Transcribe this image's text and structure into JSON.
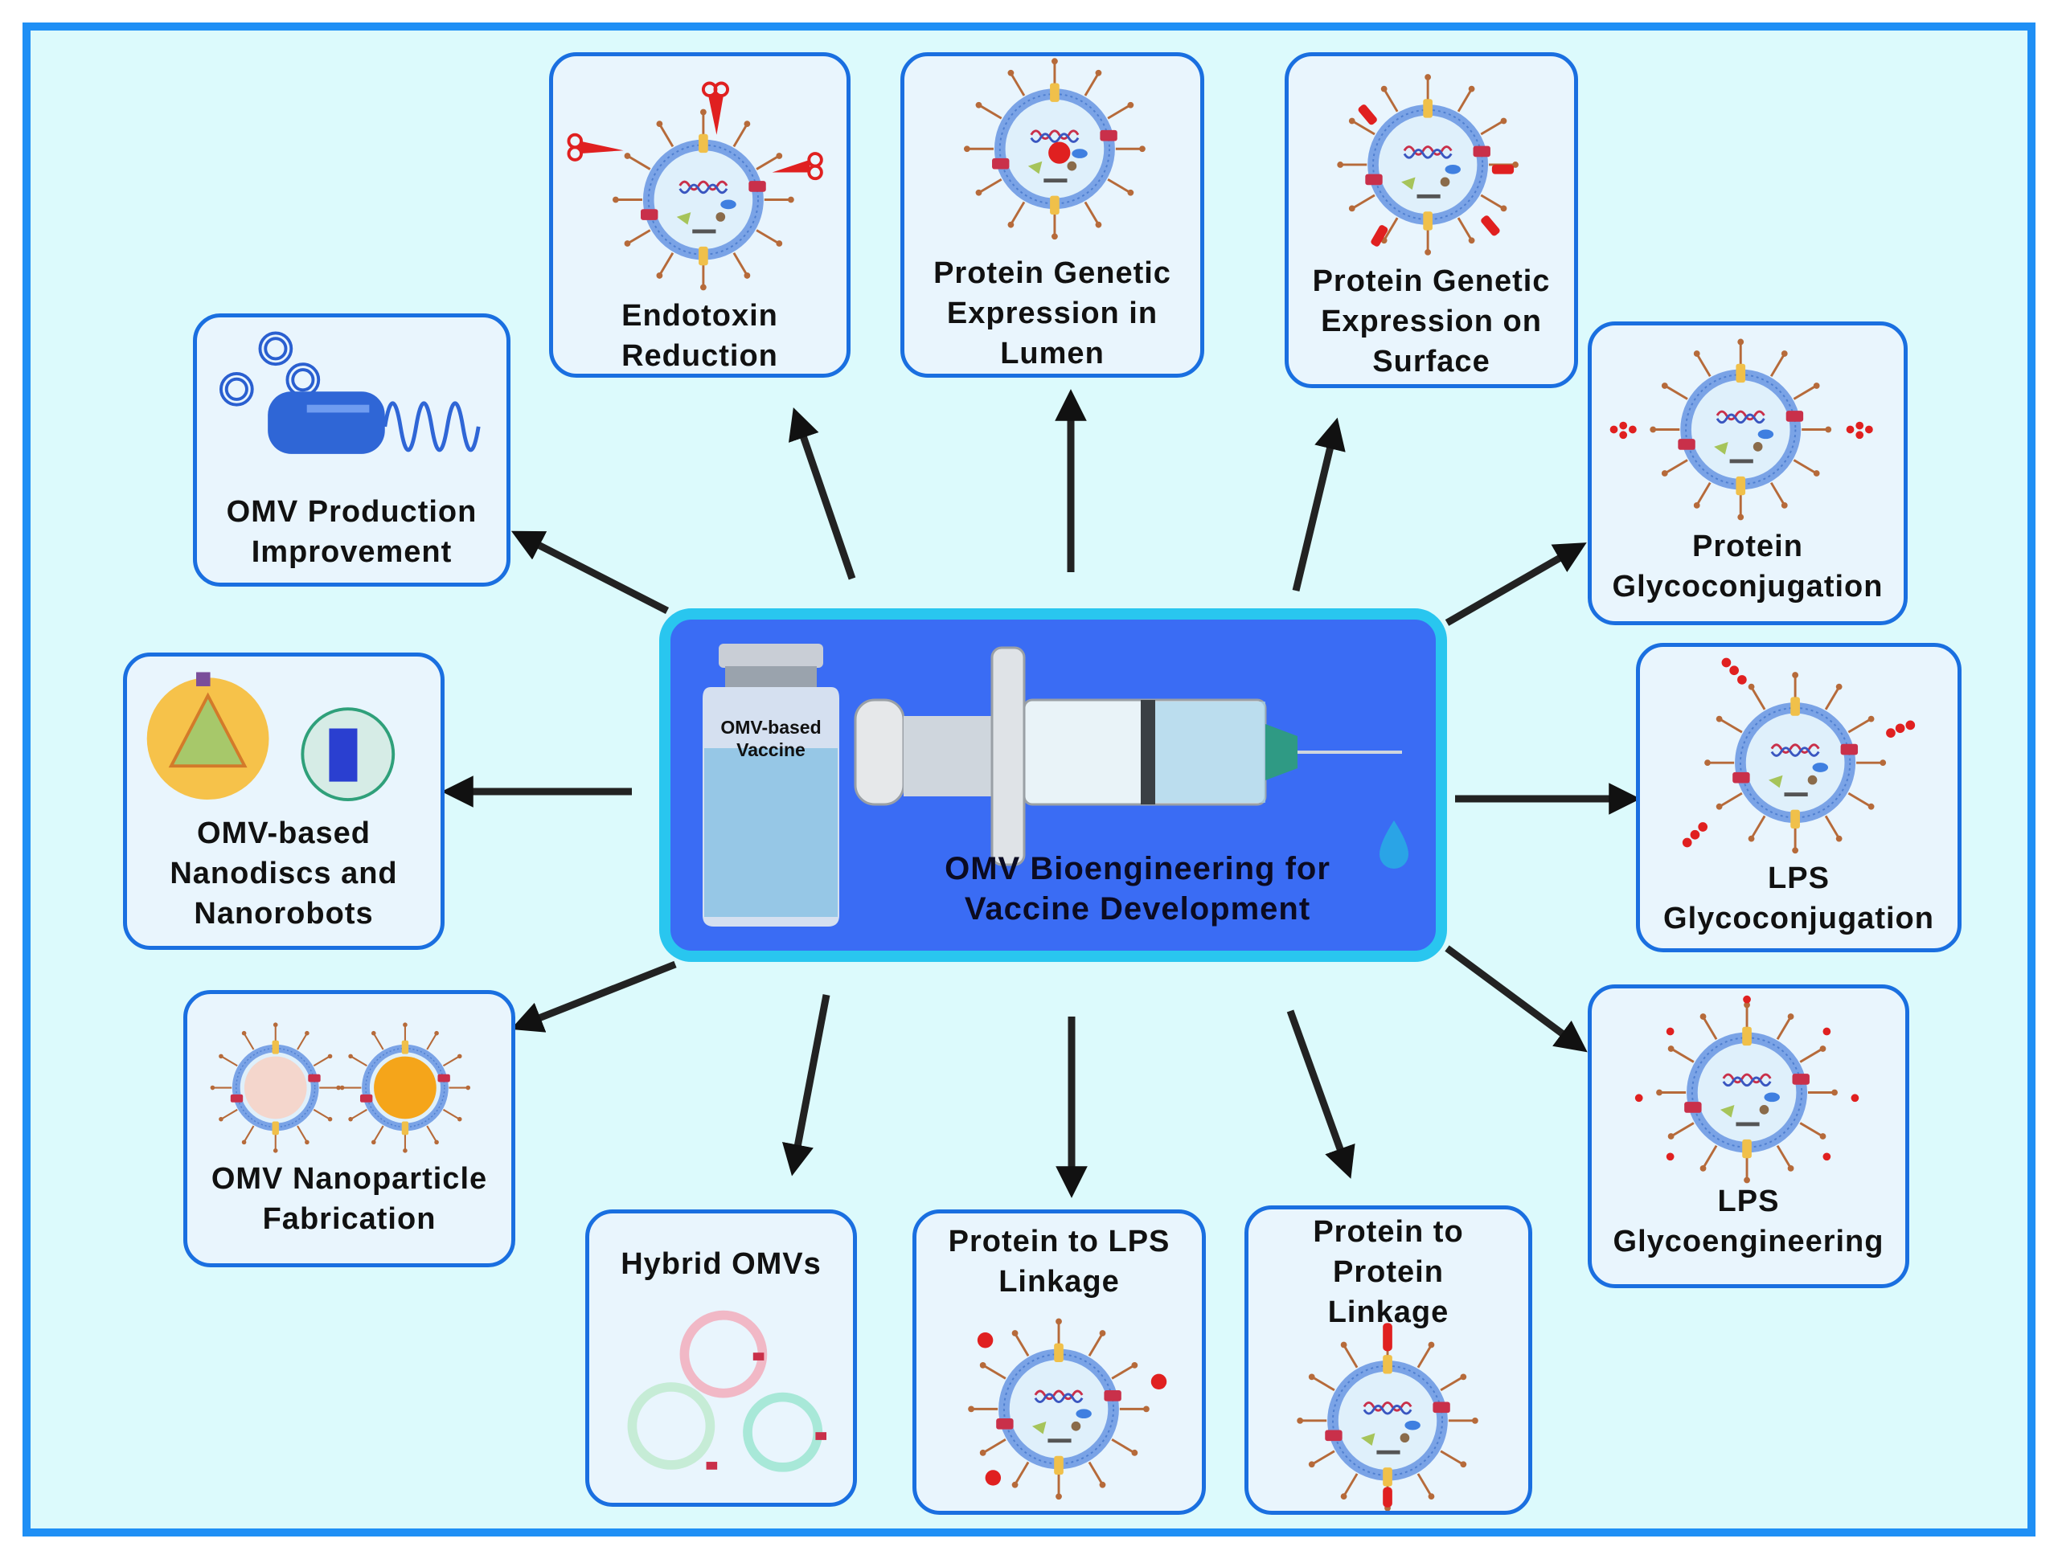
{
  "center": {
    "title": "OMV Bioengineering for\nVaccine Development",
    "vial_label": "OMV-based\nVaccine"
  },
  "cards": {
    "production": "OMV Production\nImprovement",
    "endotoxin": "Endotoxin\nReduction",
    "lumen": "Protein Genetic\nExpression in\nLumen",
    "surface": "Protein Genetic\nExpression on\nSurface",
    "protein_glyco": "Protein\nGlycoconjugation",
    "lps_glyco": "LPS\nGlycoconjugation",
    "lps_engineering": "LPS\nGlycoengineering",
    "protein_protein": "Protein to\nProtein\nLinkage",
    "protein_lps": "Protein to LPS\nLinkage",
    "hybrid": "Hybrid OMVs",
    "nanoparticle": "OMV Nanoparticle\nFabrication",
    "nanodiscs": "OMV-based\nNanodiscs and\nNanorobots"
  },
  "colors": {
    "frame": "#1f8ff5",
    "background": "#dcfafc",
    "card_border": "#1a6fe0",
    "card_fill": "#e9f5fd",
    "center_fill": "#3a6cf4",
    "center_border": "#29c6ef",
    "membrane": "#7aa3e6",
    "accent_red": "#e02020"
  },
  "icons": [
    "omv-vesicle-icon",
    "scissors-icon",
    "syringe-icon",
    "vaccine-vial-icon",
    "bioreactor-icon",
    "droplet-icon",
    "nanodisc-icon",
    "nanorobot-icon"
  ]
}
